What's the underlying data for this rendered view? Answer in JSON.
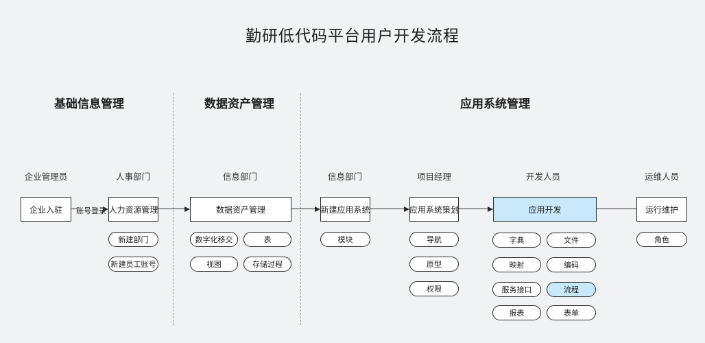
{
  "title": "勤研低代码平台用户开发流程",
  "sections": [
    {
      "label": "基础信息管理"
    },
    {
      "label": "数据资产管理"
    },
    {
      "label": "应用系统管理"
    }
  ],
  "roles": [
    {
      "label": "企业管理员"
    },
    {
      "label": "人事部门"
    },
    {
      "label": "信息部门"
    },
    {
      "label": "信息部门"
    },
    {
      "label": "项目经理"
    },
    {
      "label": "开发人员"
    },
    {
      "label": "运维人员"
    }
  ],
  "flow": {
    "edge_label": "账号登录",
    "boxes": [
      {
        "label": "企业入驻",
        "highlighted": false
      },
      {
        "label": "人力资源管理",
        "highlighted": false
      },
      {
        "label": "数据资产管理",
        "highlighted": false
      },
      {
        "label": "新建应用系统",
        "highlighted": false
      },
      {
        "label": "应用系统策划",
        "highlighted": false
      },
      {
        "label": "应用开发",
        "highlighted": true
      },
      {
        "label": "运行维护",
        "highlighted": false
      }
    ]
  },
  "pills": [
    {
      "label": "新建部门",
      "highlighted": false
    },
    {
      "label": "新建员工账号",
      "highlighted": false
    },
    {
      "label": "数字化移交",
      "highlighted": false
    },
    {
      "label": "表",
      "highlighted": false
    },
    {
      "label": "视图",
      "highlighted": false
    },
    {
      "label": "存储过程",
      "highlighted": false
    },
    {
      "label": "模块",
      "highlighted": false
    },
    {
      "label": "导航",
      "highlighted": false
    },
    {
      "label": "原型",
      "highlighted": false
    },
    {
      "label": "权限",
      "highlighted": false
    },
    {
      "label": "字典",
      "highlighted": false
    },
    {
      "label": "文件",
      "highlighted": false
    },
    {
      "label": "映射",
      "highlighted": false
    },
    {
      "label": "编码",
      "highlighted": false
    },
    {
      "label": "服务接口",
      "highlighted": false
    },
    {
      "label": "流程",
      "highlighted": true
    },
    {
      "label": "报表",
      "highlighted": false
    },
    {
      "label": "表单",
      "highlighted": false
    },
    {
      "label": "角色",
      "highlighted": false
    }
  ],
  "colors": {
    "background": "#f1f2f4",
    "node-fill": "#ffffff",
    "node-border": "#2b2b2b",
    "highlight-fill": "#c9e8f9",
    "divider": "#9a9aa0",
    "text": "#1f1f1f"
  }
}
